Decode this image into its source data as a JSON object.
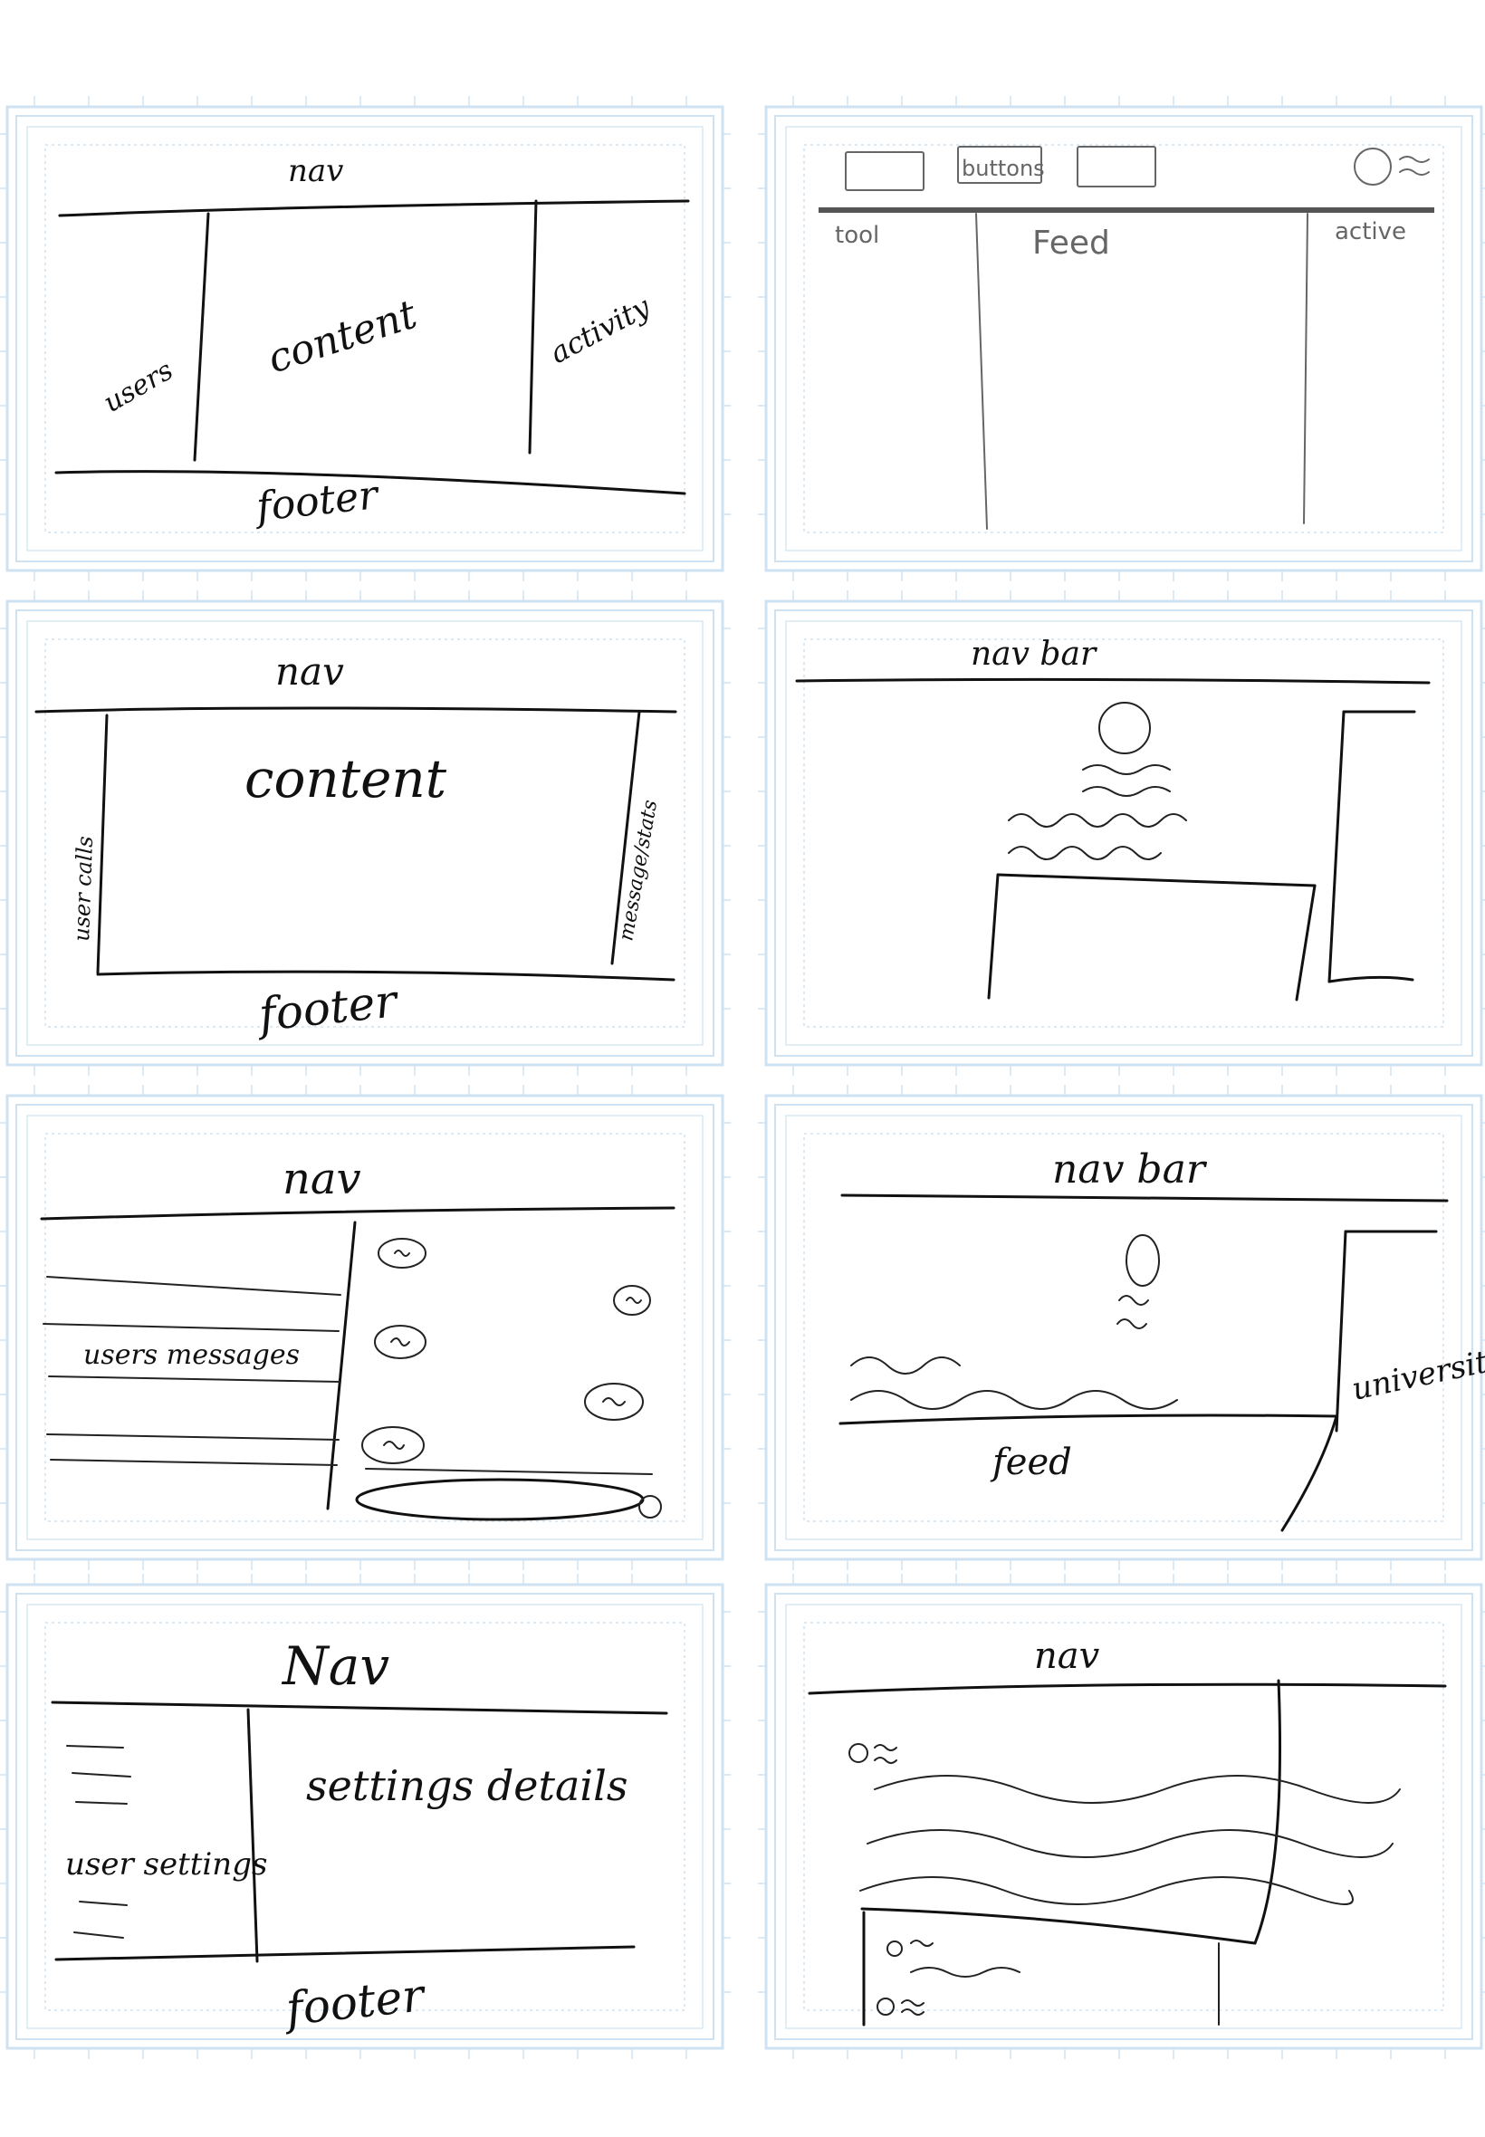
{
  "sheet": {
    "grid_color": "#cfe2f1",
    "ink_color": "#111111"
  },
  "frames": [
    {
      "id": "wireframe-1",
      "labels": {
        "nav": "nav",
        "left": "users",
        "center": "content",
        "right": "activity",
        "footer": "footer"
      }
    },
    {
      "id": "wireframe-2",
      "labels": {
        "buttons": "buttons",
        "left": "tool",
        "center": "Feed",
        "right": "active"
      }
    },
    {
      "id": "wireframe-3",
      "labels": {
        "nav": "nav",
        "center": "content",
        "left": "user calls",
        "right": "message/stats",
        "footer": "footer"
      }
    },
    {
      "id": "wireframe-4",
      "labels": {
        "nav": "nav bar"
      }
    },
    {
      "id": "wireframe-5",
      "labels": {
        "nav": "nav",
        "left": "users messages"
      }
    },
    {
      "id": "wireframe-6",
      "labels": {
        "nav": "nav bar",
        "feed": "feed",
        "right": "university"
      }
    },
    {
      "id": "wireframe-7",
      "labels": {
        "nav": "Nav",
        "left": "user settings",
        "center": "settings details",
        "footer": "footer"
      }
    },
    {
      "id": "wireframe-8",
      "labels": {
        "nav": "nav"
      }
    }
  ]
}
